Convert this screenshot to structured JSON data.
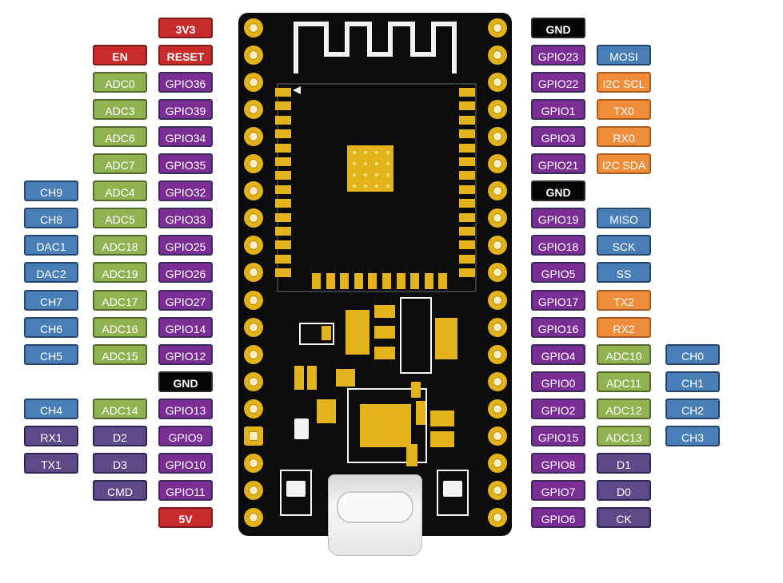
{
  "colors": {
    "power": "#c72b2b",
    "ground": "#050505",
    "gpio": "#7a2d93",
    "adc": "#91b251",
    "bus": "#4a7eb6",
    "special": "#f08d3b",
    "misc": "#5e4a88",
    "board": "#0c0c0c",
    "pad_gold": "#e3b419"
  },
  "left_pins": [
    {
      "labels": [
        {
          "text": "3V3",
          "type": "power"
        }
      ]
    },
    {
      "labels": [
        {
          "text": "RESET",
          "type": "power"
        },
        {
          "text": "EN",
          "type": "power"
        }
      ]
    },
    {
      "labels": [
        {
          "text": "GPIO36",
          "type": "gpio"
        },
        {
          "text": "ADC0",
          "type": "adc"
        }
      ]
    },
    {
      "labels": [
        {
          "text": "GPIO39",
          "type": "gpio"
        },
        {
          "text": "ADC3",
          "type": "adc"
        }
      ]
    },
    {
      "labels": [
        {
          "text": "GPIO34",
          "type": "gpio"
        },
        {
          "text": "ADC6",
          "type": "adc"
        }
      ]
    },
    {
      "labels": [
        {
          "text": "GPIO35",
          "type": "gpio"
        },
        {
          "text": "ADC7",
          "type": "adc"
        }
      ]
    },
    {
      "labels": [
        {
          "text": "GPIO32",
          "type": "gpio"
        },
        {
          "text": "ADC4",
          "type": "adc"
        },
        {
          "text": "CH9",
          "type": "bus"
        }
      ]
    },
    {
      "labels": [
        {
          "text": "GPIO33",
          "type": "gpio"
        },
        {
          "text": "ADC5",
          "type": "adc"
        },
        {
          "text": "CH8",
          "type": "bus"
        }
      ]
    },
    {
      "labels": [
        {
          "text": "GPIO25",
          "type": "gpio"
        },
        {
          "text": "ADC18",
          "type": "adc"
        },
        {
          "text": "DAC1",
          "type": "bus"
        }
      ]
    },
    {
      "labels": [
        {
          "text": "GPIO26",
          "type": "gpio"
        },
        {
          "text": "ADC19",
          "type": "adc"
        },
        {
          "text": "DAC2",
          "type": "bus"
        }
      ]
    },
    {
      "labels": [
        {
          "text": "GPIO27",
          "type": "gpio"
        },
        {
          "text": "ADC17",
          "type": "adc"
        },
        {
          "text": "CH7",
          "type": "bus"
        }
      ]
    },
    {
      "labels": [
        {
          "text": "GPIO14",
          "type": "gpio"
        },
        {
          "text": "ADC16",
          "type": "adc"
        },
        {
          "text": "CH6",
          "type": "bus"
        }
      ]
    },
    {
      "labels": [
        {
          "text": "GPIO12",
          "type": "gpio"
        },
        {
          "text": "ADC15",
          "type": "adc"
        },
        {
          "text": "CH5",
          "type": "bus"
        }
      ]
    },
    {
      "labels": [
        {
          "text": "GND",
          "type": "ground"
        }
      ]
    },
    {
      "labels": [
        {
          "text": "GPIO13",
          "type": "gpio"
        },
        {
          "text": "ADC14",
          "type": "adc"
        },
        {
          "text": "CH4",
          "type": "bus"
        }
      ]
    },
    {
      "labels": [
        {
          "text": "GPIO9",
          "type": "gpio"
        },
        {
          "text": "D2",
          "type": "misc"
        },
        {
          "text": "RX1",
          "type": "misc"
        }
      ]
    },
    {
      "labels": [
        {
          "text": "GPIO10",
          "type": "gpio"
        },
        {
          "text": "D3",
          "type": "misc"
        },
        {
          "text": "TX1",
          "type": "misc"
        }
      ]
    },
    {
      "labels": [
        {
          "text": "GPIO11",
          "type": "gpio"
        },
        {
          "text": "CMD",
          "type": "misc"
        }
      ]
    },
    {
      "labels": [
        {
          "text": "5V",
          "type": "power"
        }
      ]
    }
  ],
  "right_pins": [
    {
      "labels": [
        {
          "text": "GND",
          "type": "ground"
        }
      ]
    },
    {
      "labels": [
        {
          "text": "GPIO23",
          "type": "gpio"
        },
        {
          "text": "MOSI",
          "type": "bus"
        }
      ]
    },
    {
      "labels": [
        {
          "text": "GPIO22",
          "type": "gpio"
        },
        {
          "text": "I2C SCL",
          "type": "special"
        }
      ]
    },
    {
      "labels": [
        {
          "text": "GPIO1",
          "type": "gpio"
        },
        {
          "text": "TX0",
          "type": "special"
        }
      ]
    },
    {
      "labels": [
        {
          "text": "GPIO3",
          "type": "gpio"
        },
        {
          "text": "RX0",
          "type": "special"
        }
      ]
    },
    {
      "labels": [
        {
          "text": "GPIO21",
          "type": "gpio"
        },
        {
          "text": "I2C SDA",
          "type": "special"
        }
      ]
    },
    {
      "labels": [
        {
          "text": "GND",
          "type": "ground"
        }
      ]
    },
    {
      "labels": [
        {
          "text": "GPIO19",
          "type": "gpio"
        },
        {
          "text": "MISO",
          "type": "bus"
        }
      ]
    },
    {
      "labels": [
        {
          "text": "GPIO18",
          "type": "gpio"
        },
        {
          "text": "SCK",
          "type": "bus"
        }
      ]
    },
    {
      "labels": [
        {
          "text": "GPIO5",
          "type": "gpio"
        },
        {
          "text": "SS",
          "type": "bus"
        }
      ]
    },
    {
      "labels": [
        {
          "text": "GPIO17",
          "type": "gpio"
        },
        {
          "text": "TX2",
          "type": "special"
        }
      ]
    },
    {
      "labels": [
        {
          "text": "GPIO16",
          "type": "gpio"
        },
        {
          "text": "RX2",
          "type": "special"
        }
      ]
    },
    {
      "labels": [
        {
          "text": "GPIO4",
          "type": "gpio"
        },
        {
          "text": "ADC10",
          "type": "adc"
        },
        {
          "text": "CH0",
          "type": "bus"
        }
      ]
    },
    {
      "labels": [
        {
          "text": "GPIO0",
          "type": "gpio"
        },
        {
          "text": "ADC11",
          "type": "adc"
        },
        {
          "text": "CH1",
          "type": "bus"
        }
      ]
    },
    {
      "labels": [
        {
          "text": "GPIO2",
          "type": "gpio"
        },
        {
          "text": "ADC12",
          "type": "adc"
        },
        {
          "text": "CH2",
          "type": "bus"
        }
      ]
    },
    {
      "labels": [
        {
          "text": "GPIO15",
          "type": "gpio"
        },
        {
          "text": "ADC13",
          "type": "adc"
        },
        {
          "text": "CH3",
          "type": "bus"
        }
      ]
    },
    {
      "labels": [
        {
          "text": "GPIO8",
          "type": "gpio"
        },
        {
          "text": "D1",
          "type": "misc"
        }
      ]
    },
    {
      "labels": [
        {
          "text": "GPIO7",
          "type": "gpio"
        },
        {
          "text": "D0",
          "type": "misc"
        }
      ]
    },
    {
      "labels": [
        {
          "text": "GPIO6",
          "type": "gpio"
        },
        {
          "text": "CK",
          "type": "misc"
        }
      ]
    }
  ]
}
